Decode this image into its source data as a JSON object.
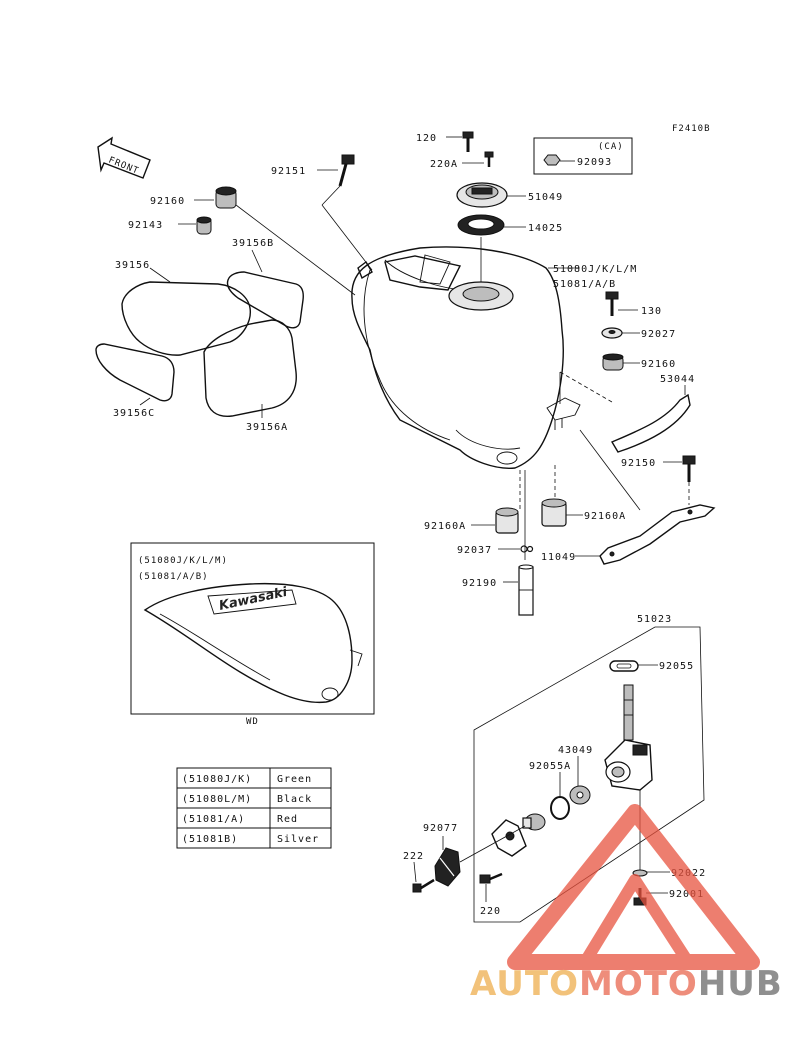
{
  "diagram_code": "F2410B",
  "front_arrow": "FRONT",
  "ca_box": {
    "title": "(CA)",
    "part": "92093"
  },
  "labels": {
    "p120": "120",
    "p220a": "220A",
    "p51049": "51049",
    "p14025": "14025",
    "p51080": "51080J/K/L/M",
    "p51081": "51081/A/B",
    "p130": "130",
    "p92027": "92027",
    "p92160_r": "92160",
    "p53044": "53044",
    "p92150": "92150",
    "p92160a_l": "92160A",
    "p92160a_r": "92160A",
    "p92037": "92037",
    "p11049": "11049",
    "p92190": "92190",
    "p92151": "92151",
    "p92160_l": "92160",
    "p92143": "92143",
    "p39156": "39156",
    "p39156b": "39156B",
    "p39156c": "39156C",
    "p39156a": "39156A",
    "p51023": "51023",
    "p92055": "92055",
    "p43049": "43049",
    "p92055a": "92055A",
    "p92077": "92077",
    "p222": "222",
    "p220": "220",
    "p92022": "92022",
    "p92001": "92001"
  },
  "inset": {
    "line1": "(51080J/K/L/M)",
    "line2": "(51081/A/B)",
    "brand": "Kawasaki",
    "caption": "WD"
  },
  "color_table": {
    "rows": [
      {
        "part": "(51080J/K)",
        "color": "Green"
      },
      {
        "part": "(51080L/M)",
        "color": "Black"
      },
      {
        "part": "(51081/A)",
        "color": "Red"
      },
      {
        "part": "(51081B)",
        "color": "Silver"
      }
    ]
  },
  "watermark": {
    "part1": "AUTO",
    "part2": "MOTO",
    "part3": "HUB"
  },
  "colors": {
    "watermark_red": "#e8533f",
    "watermark_orange": "#f2c27a",
    "watermark_grey": "#8f8f8f"
  }
}
